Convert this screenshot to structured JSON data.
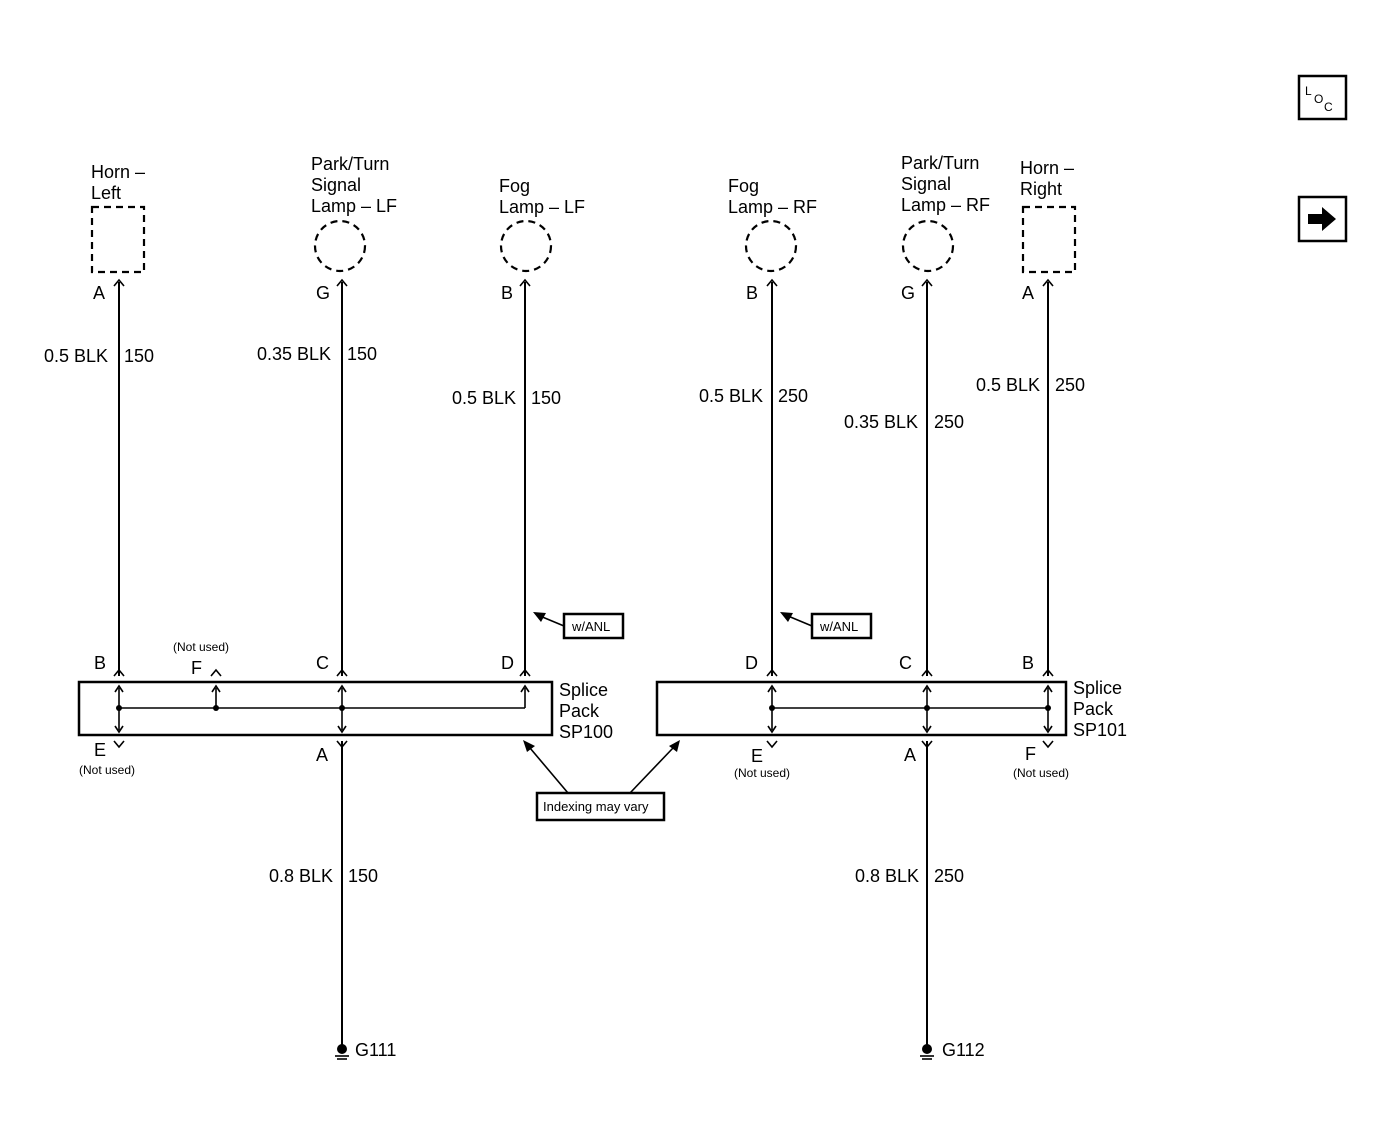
{
  "components": {
    "horn_left": {
      "line1": "Horn –",
      "line2": "Left",
      "pin": "A"
    },
    "park_turn_lf": {
      "line1": "Park/Turn",
      "line2": "Signal",
      "line3": "Lamp – LF",
      "pin": "G"
    },
    "fog_lf": {
      "line1": "Fog",
      "line2": "Lamp – LF",
      "pin": "B"
    },
    "fog_rf": {
      "line1": "Fog",
      "line2": "Lamp – RF",
      "pin": "B"
    },
    "park_turn_rf": {
      "line1": "Park/Turn",
      "line2": "Signal",
      "line3": "Lamp – RF",
      "pin": "G"
    },
    "horn_right": {
      "line1": "Horn –",
      "line2": "Right",
      "pin": "A"
    }
  },
  "wires": {
    "horn_left": {
      "gauge": "0.5 BLK",
      "circuit": "150"
    },
    "park_turn_lf": {
      "gauge": "0.35 BLK",
      "circuit": "150"
    },
    "fog_lf": {
      "gauge": "0.5 BLK",
      "circuit": "150"
    },
    "fog_rf": {
      "gauge": "0.5 BLK",
      "circuit": "250"
    },
    "park_turn_rf": {
      "gauge": "0.35 BLK",
      "circuit": "250"
    },
    "horn_right": {
      "gauge": "0.5 BLK",
      "circuit": "250"
    },
    "ground_left": {
      "gauge": "0.8 BLK",
      "circuit": "150"
    },
    "ground_right": {
      "gauge": "0.8 BLK",
      "circuit": "250"
    }
  },
  "splice_sp100": {
    "line1": "Splice",
    "line2": "Pack",
    "line3": "SP100",
    "pins": {
      "b": "B",
      "f": "F",
      "c": "C",
      "d": "D",
      "e": "E",
      "a": "A"
    },
    "f_note": "(Not used)",
    "e_note": "(Not used)"
  },
  "splice_sp101": {
    "line1": "Splice",
    "line2": "Pack",
    "line3": "SP101",
    "pins": {
      "d": "D",
      "c": "C",
      "b": "B",
      "e": "E",
      "a": "A",
      "f": "F"
    },
    "e_note": "(Not used)",
    "f_note": "(Not used)"
  },
  "callouts": {
    "w_anl_left": "w/ANL",
    "w_anl_right": "w/ANL",
    "indexing": "Indexing may vary"
  },
  "grounds": {
    "left": "G111",
    "right": "G112"
  },
  "nav": {
    "loc_l": "L",
    "loc_o": "O",
    "loc_c": "C",
    "arrow_icon": "right-arrow-icon"
  }
}
